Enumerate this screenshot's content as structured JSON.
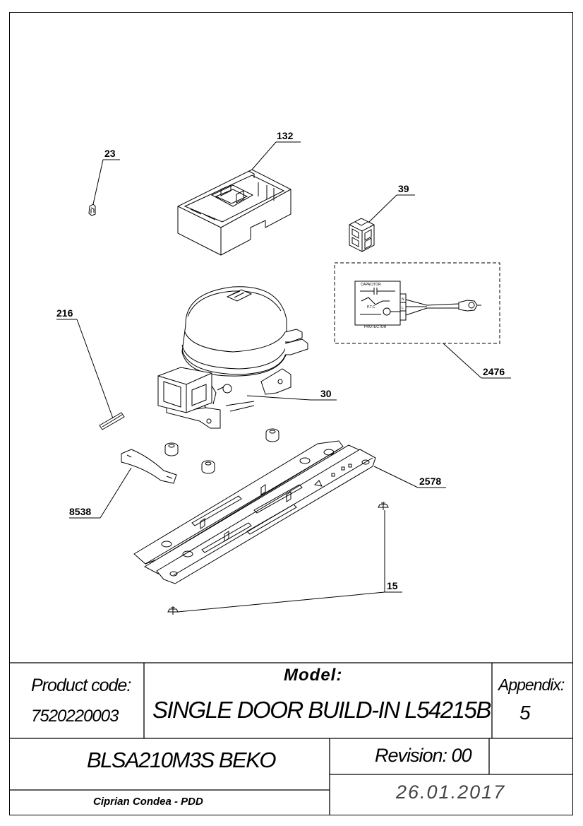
{
  "parts": [
    {
      "number": "23"
    },
    {
      "number": "132"
    },
    {
      "number": "39"
    },
    {
      "number": "216"
    },
    {
      "number": "2476"
    },
    {
      "number": "30"
    },
    {
      "number": "2578"
    },
    {
      "number": "8538"
    },
    {
      "number": "15"
    }
  ],
  "wiring_diagram": {
    "capacitor_label": "CAPACITOR",
    "ptc_label": "P.T.C",
    "protector_label": "PROTECTOR",
    "terminal_n": "N",
    "terminal_l": "L"
  },
  "title_block": {
    "product_code_label": "Product code:",
    "product_code": "7520220003",
    "model_label": "Model:",
    "model": "SINGLE DOOR BUILD-IN L54215B",
    "appendix_label": "Appendix:",
    "appendix": "5",
    "variant": "BLSA210M3S BEKO",
    "revision": "Revision: 00",
    "author": "Ciprian Condea - PDD",
    "date": "26.01.2017"
  }
}
